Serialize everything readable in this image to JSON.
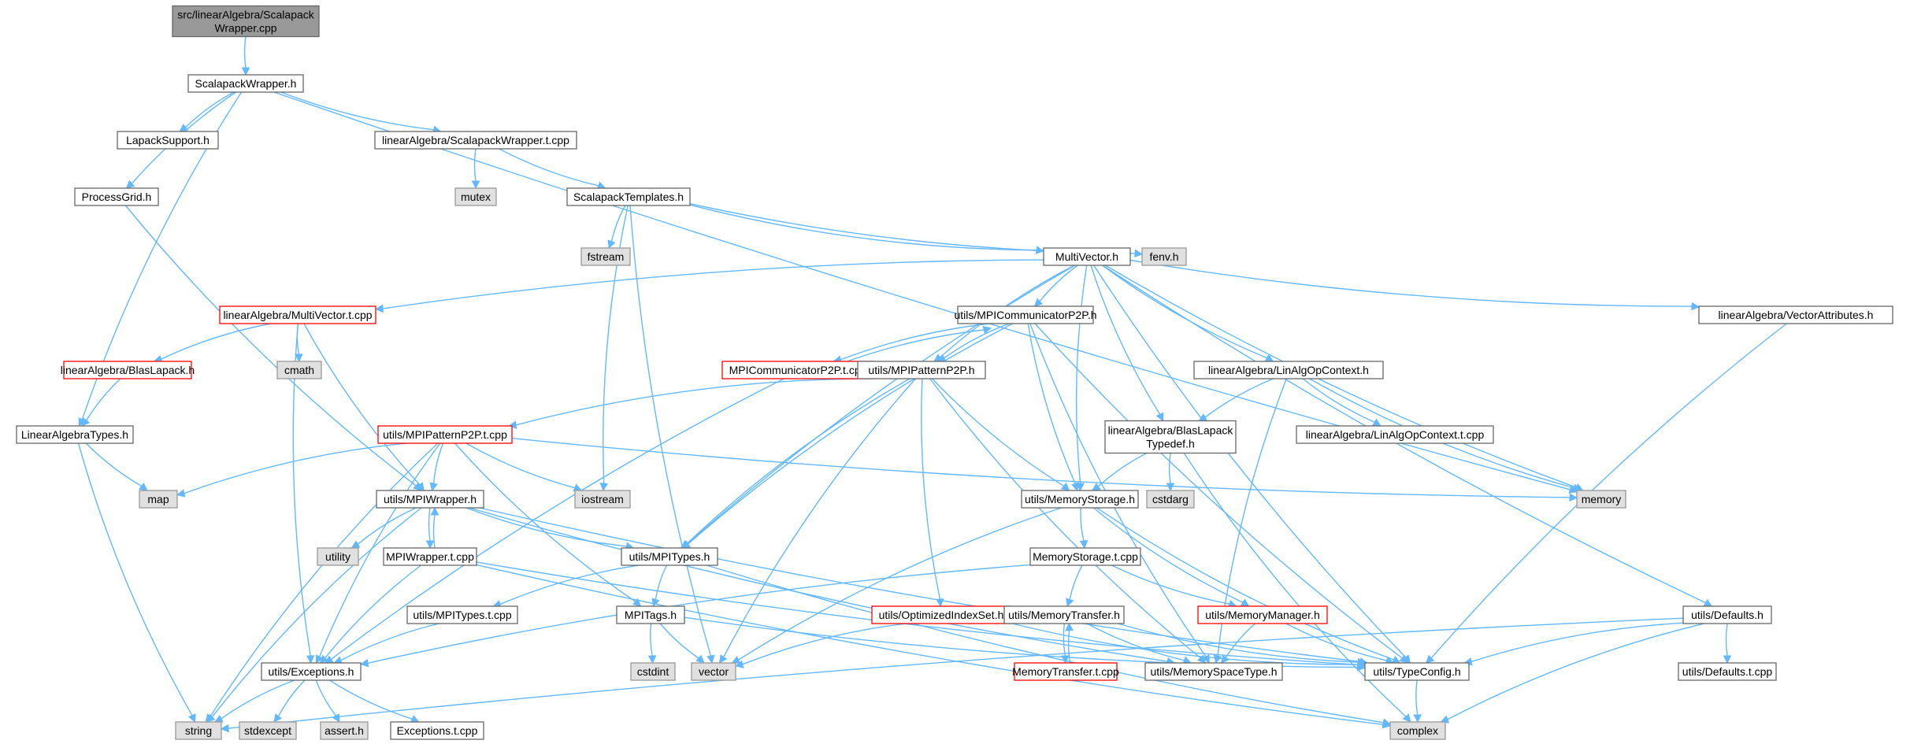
{
  "graph": {
    "colors": {
      "root_fill": "#999999",
      "normal_fill": "#ffffff",
      "normal_border": "#666666",
      "external_fill": "#e0e0e0",
      "external_border": "#999999",
      "truncated_border": "#ff0000",
      "edge": "#63b8ff"
    },
    "nodes": [
      {
        "id": "root",
        "kind": "root",
        "lines": [
          "src/linearAlgebra/Scalapack",
          "Wrapper.cpp"
        ]
      },
      {
        "id": "scalapackWrapperH",
        "kind": "normal",
        "lines": [
          "ScalapackWrapper.h"
        ]
      },
      {
        "id": "lapackSupport",
        "kind": "normal",
        "lines": [
          "LapackSupport.h"
        ]
      },
      {
        "id": "scalapackWrapperT",
        "kind": "normal",
        "lines": [
          "linearAlgebra/ScalapackWrapper.t.cpp"
        ]
      },
      {
        "id": "processGrid",
        "kind": "normal",
        "lines": [
          "ProcessGrid.h"
        ]
      },
      {
        "id": "mutex",
        "kind": "external",
        "lines": [
          "mutex"
        ]
      },
      {
        "id": "scalapackTemplates",
        "kind": "normal",
        "lines": [
          "ScalapackTemplates.h"
        ]
      },
      {
        "id": "fstream",
        "kind": "external",
        "lines": [
          "fstream"
        ]
      },
      {
        "id": "multiVector",
        "kind": "normal",
        "lines": [
          "MultiVector.h"
        ]
      },
      {
        "id": "fenv",
        "kind": "external",
        "lines": [
          "fenv.h"
        ]
      },
      {
        "id": "multiVectorT",
        "kind": "truncated",
        "lines": [
          "linearAlgebra/MultiVector.t.cpp"
        ]
      },
      {
        "id": "mpiCommP2P",
        "kind": "normal",
        "lines": [
          "utils/MPICommunicatorP2P.h"
        ]
      },
      {
        "id": "vectorAttributes",
        "kind": "normal",
        "lines": [
          "linearAlgebra/VectorAttributes.h"
        ]
      },
      {
        "id": "blasLapack",
        "kind": "truncated",
        "lines": [
          "linearAlgebra/BlasLapack.h"
        ]
      },
      {
        "id": "cmath",
        "kind": "external",
        "lines": [
          "cmath"
        ]
      },
      {
        "id": "mpiCommP2PT",
        "kind": "truncated",
        "lines": [
          "MPICommunicatorP2P.t.cpp"
        ]
      },
      {
        "id": "mpiPatternP2P",
        "kind": "normal",
        "lines": [
          "utils/MPIPatternP2P.h"
        ]
      },
      {
        "id": "linAlgOpContext",
        "kind": "normal",
        "lines": [
          "linearAlgebra/LinAlgOpContext.h"
        ]
      },
      {
        "id": "linearAlgebraTypes",
        "kind": "normal",
        "lines": [
          "LinearAlgebraTypes.h"
        ]
      },
      {
        "id": "mpiPatternP2PT",
        "kind": "truncated",
        "lines": [
          "utils/MPIPatternP2P.t.cpp"
        ]
      },
      {
        "id": "blasLapackTypedef",
        "kind": "normal",
        "lines": [
          "linearAlgebra/BlasLapack",
          "Typedef.h"
        ]
      },
      {
        "id": "linAlgOpContextT",
        "kind": "normal",
        "lines": [
          "linearAlgebra/LinAlgOpContext.t.cpp"
        ]
      },
      {
        "id": "map",
        "kind": "external",
        "lines": [
          "map"
        ]
      },
      {
        "id": "mpiWrapper",
        "kind": "normal",
        "lines": [
          "utils/MPIWrapper.h"
        ]
      },
      {
        "id": "iostream",
        "kind": "external",
        "lines": [
          "iostream"
        ]
      },
      {
        "id": "memoryStorage",
        "kind": "normal",
        "lines": [
          "utils/MemoryStorage.h"
        ]
      },
      {
        "id": "cstdarg",
        "kind": "external",
        "lines": [
          "cstdarg"
        ]
      },
      {
        "id": "memory",
        "kind": "external",
        "lines": [
          "memory"
        ]
      },
      {
        "id": "utility",
        "kind": "external",
        "lines": [
          "utility"
        ]
      },
      {
        "id": "mpiWrapperT",
        "kind": "normal",
        "lines": [
          "MPIWrapper.t.cpp"
        ]
      },
      {
        "id": "mpiTypes",
        "kind": "normal",
        "lines": [
          "utils/MPITypes.h"
        ]
      },
      {
        "id": "memoryStorageT",
        "kind": "normal",
        "lines": [
          "MemoryStorage.t.cpp"
        ]
      },
      {
        "id": "mpiTypesT",
        "kind": "normal",
        "lines": [
          "utils/MPITypes.t.cpp"
        ]
      },
      {
        "id": "mpiTags",
        "kind": "normal",
        "lines": [
          "MPITags.h"
        ]
      },
      {
        "id": "optimizedIndexSet",
        "kind": "truncated",
        "lines": [
          "utils/OptimizedIndexSet.h"
        ]
      },
      {
        "id": "memoryTransfer",
        "kind": "normal",
        "lines": [
          "utils/MemoryTransfer.h"
        ]
      },
      {
        "id": "memoryManager",
        "kind": "truncated",
        "lines": [
          "utils/MemoryManager.h"
        ]
      },
      {
        "id": "defaults",
        "kind": "normal",
        "lines": [
          "utils/Defaults.h"
        ]
      },
      {
        "id": "exceptions",
        "kind": "normal",
        "lines": [
          "utils/Exceptions.h"
        ]
      },
      {
        "id": "cstdint",
        "kind": "external",
        "lines": [
          "cstdint"
        ]
      },
      {
        "id": "vector",
        "kind": "external",
        "lines": [
          "vector"
        ]
      },
      {
        "id": "memoryTransferT",
        "kind": "truncated",
        "lines": [
          "MemoryTransfer.t.cpp"
        ]
      },
      {
        "id": "memorySpaceType",
        "kind": "normal",
        "lines": [
          "utils/MemorySpaceType.h"
        ]
      },
      {
        "id": "typeConfig",
        "kind": "normal",
        "lines": [
          "utils/TypeConfig.h"
        ]
      },
      {
        "id": "defaultsT",
        "kind": "normal",
        "lines": [
          "utils/Defaults.t.cpp"
        ]
      },
      {
        "id": "string",
        "kind": "external",
        "lines": [
          "string"
        ]
      },
      {
        "id": "stdexcept",
        "kind": "external",
        "lines": [
          "stdexcept"
        ]
      },
      {
        "id": "assert",
        "kind": "external",
        "lines": [
          "assert.h"
        ]
      },
      {
        "id": "exceptionsT",
        "kind": "normal",
        "lines": [
          "Exceptions.t.cpp"
        ]
      },
      {
        "id": "complex",
        "kind": "external",
        "lines": [
          "complex"
        ]
      }
    ],
    "edges": [
      [
        "root",
        "scalapackWrapperH"
      ],
      [
        "scalapackWrapperH",
        "lapackSupport"
      ],
      [
        "scalapackWrapperH",
        "scalapackWrapperT"
      ],
      [
        "scalapackWrapperH",
        "processGrid"
      ],
      [
        "scalapackWrapperH",
        "linearAlgebraTypes"
      ],
      [
        "scalapackWrapperH",
        "memory"
      ],
      [
        "scalapackWrapperT",
        "mutex"
      ],
      [
        "scalapackWrapperT",
        "scalapackTemplates"
      ],
      [
        "processGrid",
        "mpiWrapper"
      ],
      [
        "scalapackTemplates",
        "fstream"
      ],
      [
        "scalapackTemplates",
        "multiVector"
      ],
      [
        "scalapackTemplates",
        "fenv"
      ],
      [
        "scalapackTemplates",
        "iostream"
      ],
      [
        "scalapackTemplates",
        "vector"
      ],
      [
        "multiVector",
        "multiVectorT"
      ],
      [
        "multiVector",
        "mpiCommP2P"
      ],
      [
        "multiVector",
        "mpiPatternP2P"
      ],
      [
        "multiVector",
        "vectorAttributes"
      ],
      [
        "multiVector",
        "linAlgOpContext"
      ],
      [
        "multiVector",
        "blasLapackTypedef"
      ],
      [
        "multiVector",
        "memoryStorage"
      ],
      [
        "multiVector",
        "memory"
      ],
      [
        "multiVector",
        "mpiTypes"
      ],
      [
        "multiVector",
        "typeConfig"
      ],
      [
        "multiVector",
        "defaults"
      ],
      [
        "multiVectorT",
        "blasLapack"
      ],
      [
        "multiVectorT",
        "cmath"
      ],
      [
        "multiVectorT",
        "mpiWrapper"
      ],
      [
        "multiVectorT",
        "exceptions"
      ],
      [
        "blasLapack",
        "linearAlgebraTypes"
      ],
      [
        "mpiCommP2P",
        "mpiCommP2PT"
      ],
      [
        "mpiCommP2P",
        "mpiPatternP2P"
      ],
      [
        "mpiCommP2P",
        "memoryStorage"
      ],
      [
        "mpiCommP2P",
        "mpiTypes"
      ],
      [
        "mpiCommP2P",
        "memorySpaceType"
      ],
      [
        "mpiCommP2P",
        "typeConfig"
      ],
      [
        "mpiCommP2PT",
        "mpiCommP2P"
      ],
      [
        "mpiCommP2PT",
        "exceptions"
      ],
      [
        "mpiPatternP2P",
        "mpiPatternP2PT"
      ],
      [
        "mpiPatternP2P",
        "mpiTypes"
      ],
      [
        "mpiPatternP2P",
        "memoryStorage"
      ],
      [
        "mpiPatternP2P",
        "optimizedIndexSet"
      ],
      [
        "mpiPatternP2P",
        "memorySpaceType"
      ],
      [
        "mpiPatternP2P",
        "vector"
      ],
      [
        "mpiPatternP2PT",
        "map"
      ],
      [
        "mpiPatternP2PT",
        "mpiWrapper"
      ],
      [
        "mpiPatternP2PT",
        "iostream"
      ],
      [
        "mpiPatternP2PT",
        "memory"
      ],
      [
        "mpiPatternP2PT",
        "mpiTags"
      ],
      [
        "mpiPatternP2PT",
        "exceptions"
      ],
      [
        "mpiPatternP2PT",
        "string"
      ],
      [
        "linAlgOpContext",
        "blasLapackTypedef"
      ],
      [
        "linAlgOpContext",
        "linAlgOpContextT"
      ],
      [
        "linAlgOpContext",
        "memory"
      ],
      [
        "linAlgOpContext",
        "memorySpaceType"
      ],
      [
        "blasLapackTypedef",
        "memoryStorage"
      ],
      [
        "blasLapackTypedef",
        "cstdarg"
      ],
      [
        "blasLapackTypedef",
        "complex"
      ],
      [
        "linearAlgebraTypes",
        "map"
      ],
      [
        "linearAlgebraTypes",
        "string"
      ],
      [
        "vectorAttributes",
        "typeConfig"
      ],
      [
        "mpiWrapper",
        "utility"
      ],
      [
        "mpiWrapper",
        "mpiWrapperT"
      ],
      [
        "mpiWrapper",
        "mpiTypes"
      ],
      [
        "mpiWrapper",
        "typeConfig"
      ],
      [
        "mpiWrapper",
        "memorySpaceType"
      ],
      [
        "mpiWrapper",
        "string"
      ],
      [
        "mpiWrapperT",
        "mpiWrapper"
      ],
      [
        "mpiWrapperT",
        "exceptions"
      ],
      [
        "mpiWrapperT",
        "typeConfig"
      ],
      [
        "mpiWrapperT",
        "complex"
      ],
      [
        "mpiTypes",
        "mpiTypesT"
      ],
      [
        "mpiTypes",
        "mpiTags"
      ],
      [
        "mpiTypes",
        "complex"
      ],
      [
        "mpiTypesT",
        "exceptions"
      ],
      [
        "mpiTags",
        "cstdint"
      ],
      [
        "mpiTags",
        "vector"
      ],
      [
        "mpiTags",
        "typeConfig"
      ],
      [
        "memoryStorage",
        "memoryStorageT"
      ],
      [
        "memoryStorage",
        "memoryManager"
      ],
      [
        "memoryStorage",
        "typeConfig"
      ],
      [
        "memoryStorage",
        "vector"
      ],
      [
        "memoryStorageT",
        "memoryTransfer"
      ],
      [
        "memoryStorageT",
        "memoryManager"
      ],
      [
        "memoryStorageT",
        "exceptions"
      ],
      [
        "memoryTransfer",
        "memoryTransferT"
      ],
      [
        "memoryTransfer",
        "memorySpaceType"
      ],
      [
        "memoryTransfer",
        "typeConfig"
      ],
      [
        "memoryTransferT",
        "memoryTransfer"
      ],
      [
        "memoryManager",
        "memorySpaceType"
      ],
      [
        "memoryManager",
        "typeConfig"
      ],
      [
        "optimizedIndexSet",
        "vector"
      ],
      [
        "optimizedIndexSet",
        "typeConfig"
      ],
      [
        "defaults",
        "typeConfig"
      ],
      [
        "defaults",
        "defaultsT"
      ],
      [
        "defaults",
        "complex"
      ],
      [
        "defaults",
        "string"
      ],
      [
        "exceptions",
        "string"
      ],
      [
        "exceptions",
        "stdexcept"
      ],
      [
        "exceptions",
        "assert"
      ],
      [
        "exceptions",
        "exceptionsT"
      ],
      [
        "typeConfig",
        "complex"
      ]
    ]
  }
}
